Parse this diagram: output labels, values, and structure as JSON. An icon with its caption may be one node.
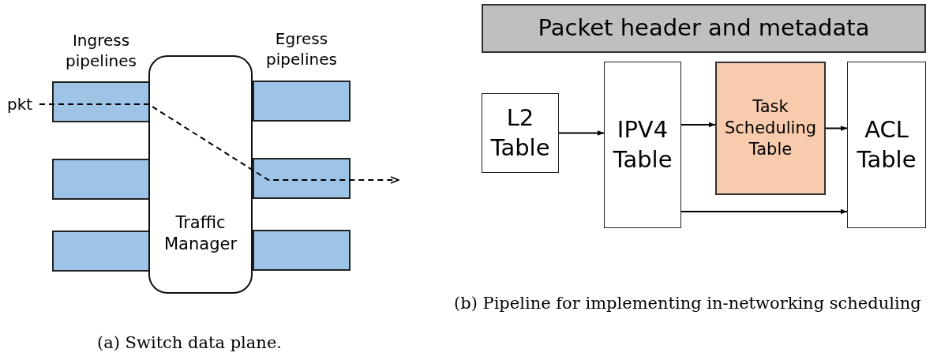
{
  "diagram": {
    "nodes": [
      {
        "text": [
          "pkt"
        ]
      },
      {
        "text": [],
        "shape": "box"
      },
      {
        "text": [],
        "shape": "box"
      },
      {
        "text": [],
        "shape": "box"
      },
      {
        "text": [
          "Traffic Manager"
        ]
      },
      {
        "text": [],
        "shape": "box"
      },
      {
        "text": [],
        "shape": "box"
      },
      {
        "text": [],
        "shape": "box"
      },
      {
        "text": [
          "Packet header and metadata"
        ]
      },
      {
        "text": [
          "L2 Table"
        ]
      },
      {
        "text": [
          "IPV4 Table"
        ]
      },
      {
        "text": [
          "Task Scheduling Table"
        ]
      },
      {
        "text": [
          "ACL Table"
        ]
      }
    ],
    "edges": [
      {
        "from": 0,
        "to": null,
        "arrow": "to",
        "style": "dashed"
      },
      {
        "from": 9,
        "to": 10,
        "arrow": "to"
      },
      {
        "from": 10,
        "to": 11,
        "arrow": "to"
      },
      {
        "from": 11,
        "to": 12,
        "arrow": "to"
      },
      {
        "from": 10,
        "to": 12,
        "arrow": "to"
      }
    ],
    "labels": [
      "Ingress pipelines",
      "Egress pipelines",
      "(a) Switch data plane.",
      "(b) Pipeline for implementing in-networking scheduling"
    ]
  }
}
